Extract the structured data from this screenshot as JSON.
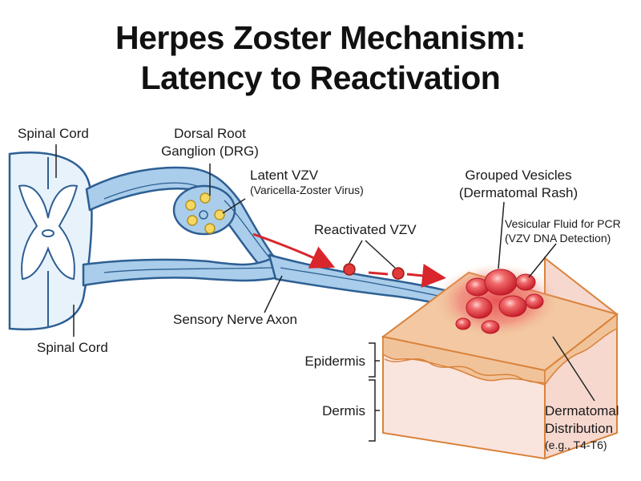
{
  "title": {
    "line1": "Herpes Zoster Mechanism:",
    "line2": "Latency to Reactivation"
  },
  "labels": {
    "spinal_cord_top": "Spinal Cord",
    "spinal_cord_bottom": "Spinal Cord",
    "drg_line1": "Dorsal Root",
    "drg_line2": "Ganglion (DRG)",
    "latent_line1": "Latent VZV",
    "latent_line2": "(Varicella-Zoster Virus)",
    "reactivated": "Reactivated VZV",
    "axon": "Sensory Nerve Axon",
    "vesicles_line1": "Grouped Vesicles",
    "vesicles_line2": "(Dermatomal Rash)",
    "pcr_line1": "Vesicular Fluid for PCR",
    "pcr_line2": "(VZV DNA Detection)",
    "epidermis": "Epidermis",
    "dermis": "Dermis",
    "dist_line1": "Dermatomal",
    "dist_line2": "Distribution",
    "dist_line3": "(e.g., T4-T6)"
  },
  "colors": {
    "nerve": "#a9cdea",
    "nerve_stroke": "#2d5f93",
    "virus": "#f4d862",
    "reactivated_virus": "#e13a3a",
    "skin_top": "#f1c39b",
    "skin_side": "#f6d8cf",
    "rash": "#e8434a"
  }
}
